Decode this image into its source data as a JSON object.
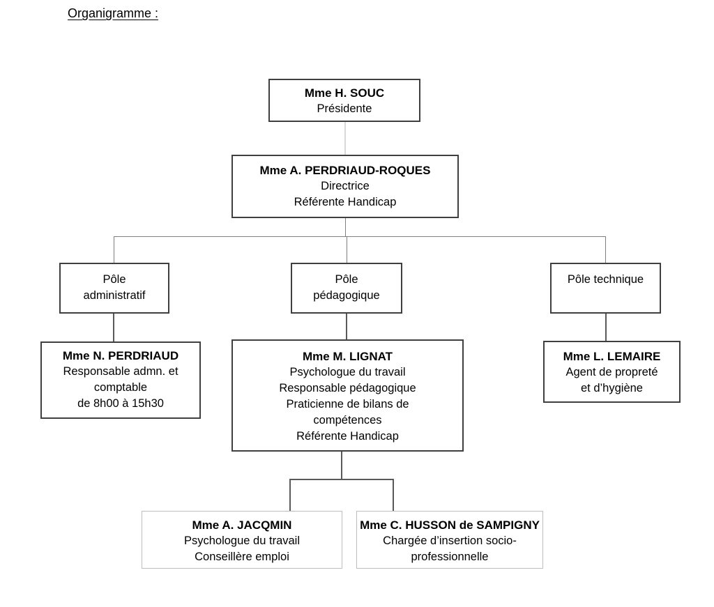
{
  "title": "Organigramme :",
  "org": {
    "president": {
      "name": "Mme H. SOUC",
      "lines": [
        "Présidente"
      ]
    },
    "director": {
      "name": "Mme A. PERDRIAUD-ROQUES",
      "lines": [
        "Directrice",
        "Référente Handicap"
      ]
    },
    "pole_administratif": {
      "lines": [
        "Pôle",
        "administratif"
      ]
    },
    "pole_pedagogique": {
      "lines": [
        "Pôle",
        "pédagogique"
      ]
    },
    "pole_technique": {
      "lines": [
        "Pôle technique"
      ]
    },
    "responsable_administratif": {
      "name": "Mme N. PERDRIAUD",
      "lines": [
        "Responsable admn. et",
        "comptable",
        "de 8h00 à 15h30"
      ]
    },
    "responsable_pedagogique": {
      "name": "Mme M. LIGNAT",
      "lines": [
        "Psychologue du travail",
        "Responsable pédagogique",
        "Praticienne de bilans de",
        "compétences",
        "Référente Handicap"
      ]
    },
    "agent_technique": {
      "name": "Mme L. LEMAIRE",
      "lines": [
        "Agent de propreté",
        "et d’hygiène"
      ]
    },
    "psychologue_conseillere": {
      "name": "Mme A. JACQMIN",
      "lines": [
        "Psychologue du travail",
        "Conseillère emploi"
      ]
    },
    "chargee_insertion": {
      "name": "Mme C. HUSSON de SAMPIGNY",
      "lines": [
        "Chargée d’insertion socio-",
        "professionnelle"
      ]
    }
  },
  "colors": {
    "background": "#ffffff",
    "text": "#000000",
    "box_border_dark": "#3f3f3f",
    "box_border_light": "#bdbdbd",
    "connector_dark": "#595959",
    "connector_mid": "#7f7f7f",
    "connector_light": "#d9d9d9"
  }
}
